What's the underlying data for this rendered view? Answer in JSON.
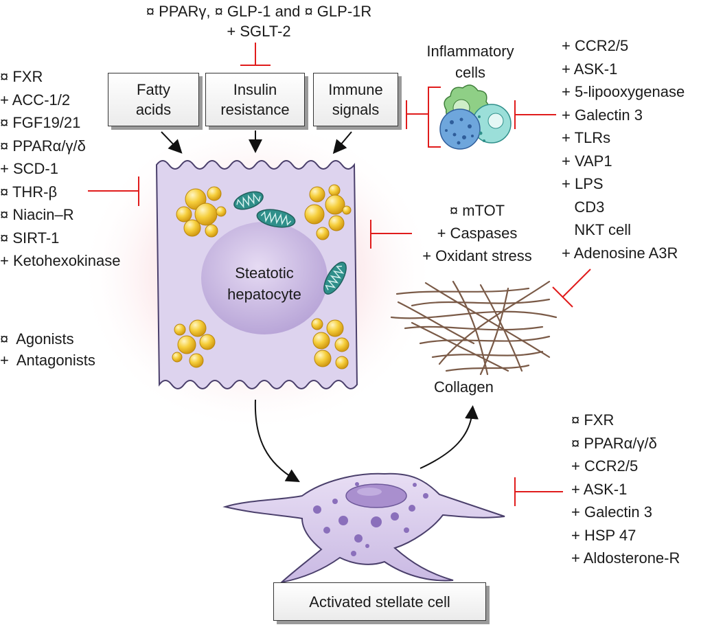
{
  "top_targets": {
    "line1": "¤ PPARγ, ¤ GLP-1 and ¤ GLP-1R",
    "line2": "+ SGLT-2"
  },
  "boxes": {
    "fatty_acids": [
      "Fatty",
      "acids"
    ],
    "insulin_resistance": [
      "Insulin",
      "resistance"
    ],
    "immune_signals": [
      "Immune",
      "signals"
    ],
    "activated_stellate_cell": "Activated stellate cell"
  },
  "inflammatory_cells_label": [
    "Inflammatory",
    "cells"
  ],
  "hepatocyte_label": [
    "Steatotic",
    "hepatocyte"
  ],
  "collagen_label": "Collagen",
  "left_targets": [
    "¤ FXR",
    "+ ACC-1/2",
    "¤ FGF19/21",
    "¤ PPARα/γ/δ",
    "+ SCD-1",
    "¤ THR-β",
    "¤ Niacin–R",
    "¤ SIRT-1",
    "+ Ketohexokinase"
  ],
  "legend": {
    "agonists": "¤  Agonists",
    "antagonists": "+  Antagonists"
  },
  "inflammation_targets": [
    "+ CCR2/5",
    "+ ASK-1",
    "+ 5-lipooxygenase",
    "+ Galectin 3",
    "+ TLRs",
    "+ VAP1",
    "+ LPS",
    "   CD3",
    "   NKT cell",
    "+ Adenosine A3R"
  ],
  "hepatocyte_targets": [
    "¤ mTOT",
    "+ Caspases",
    "+ Oxidant stress"
  ],
  "stellate_targets": [
    "¤ FXR",
    "¤ PPARα/γ/δ",
    "+ CCR2/5",
    "+ ASK-1",
    "+ Galectin 3",
    "+ HSP 47",
    "+ Aldosterone-R"
  ],
  "colors": {
    "inhibitor_red": "#e01b1b",
    "cell_lavender": "#ddd3ee",
    "cell_outline": "#4a3f6b",
    "lipid_yellow": "#f3c22a",
    "mito_teal": "#2f8f8a",
    "collagen_brown": "#7a5a47"
  }
}
